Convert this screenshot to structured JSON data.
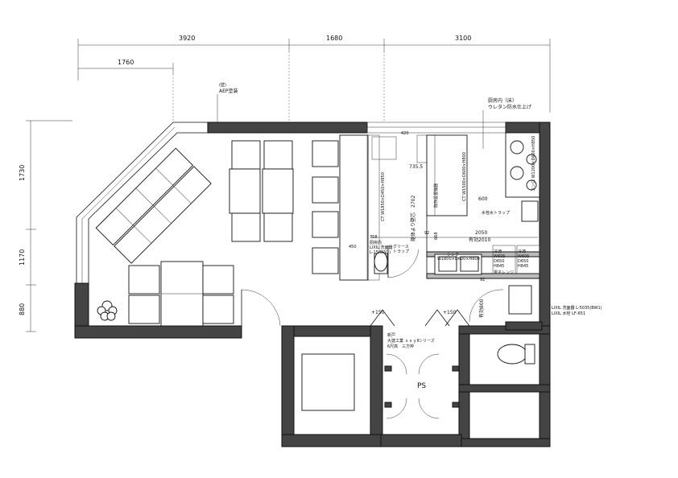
{
  "dimensions": {
    "top": [
      "3920",
      "1680",
      "3100"
    ],
    "top_sub": "1760",
    "left": [
      "1730",
      "1170",
      "880"
    ]
  },
  "notes": {
    "wall_finish": [
      "(壁)",
      "AEP塗装"
    ],
    "kitchen_floor": [
      "厨房内（床）",
      "ウレタン防水仕上げ"
    ],
    "door_spec": [
      "新戸",
      "大建工業 ｓｓｙⅡシリーズ",
      "6尺高　三方枠"
    ],
    "lavatory": [
      "LIXIL 洗面器 L-5035(BW1)",
      "LIXIL 水栓 LF-651"
    ],
    "grease_trap": [
      "グリース",
      "トラップ"
    ],
    "kitchen_in": [
      "厨房内",
      "LIXIL 洗面器",
      "L-15(BW1)"
    ],
    "sink": [
      "シンク",
      "W1800×D600×H800"
    ],
    "microwave": "電子レンジ",
    "fridge1": [
      "冷凍",
      "W605",
      "D650",
      "H845"
    ],
    "fridge2": [
      "冷凍",
      "W605",
      "D650",
      "H845"
    ],
    "ct_left": "CT W1850×D450×H850",
    "ct_right": "CT W1500×D600×H800",
    "stove": "コンロ W1200×D600×H850",
    "counter": "既存設置機器",
    "drain": "水栓水トラップ",
    "wall_core": "躯体より壁芯",
    "sink_small": "洗面器"
  },
  "measurements": {
    "m735": "735.5",
    "m600": "600",
    "m2702": "2702",
    "m2050": "2050",
    "effective": "有効2010",
    "m92a": "92",
    "m668": "668",
    "m358": "358",
    "m450": "450",
    "m92b": "92",
    "m420": "420",
    "door_eff": "有効800",
    "level1": "+150",
    "level2": "+150"
  },
  "rooms": {
    "ps": "PS"
  }
}
